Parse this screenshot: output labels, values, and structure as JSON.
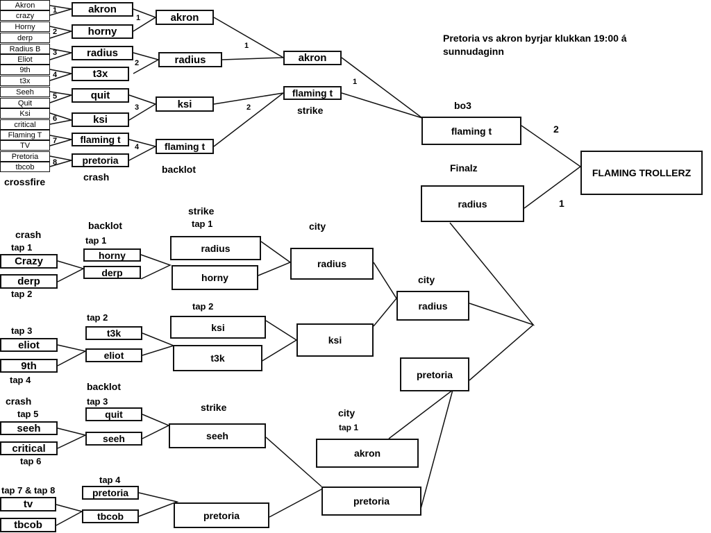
{
  "announcement": "Pretoria vs akron byrjar klukkan 19:00 á sunnudaginn",
  "seeds": [
    "Akron",
    "crazy",
    "Horny",
    "derp",
    "Radius B",
    "Eliot",
    "9th",
    "t3x",
    "Seeh",
    "Quit",
    "Ksi",
    "critical",
    "Flaming T",
    "TV",
    "Pretoria",
    "tbcob"
  ],
  "seed_pair_numbers": [
    "1",
    "2",
    "3",
    "4",
    "5",
    "6",
    "7",
    "8"
  ],
  "upper": {
    "round1": [
      "akron",
      "horny",
      "radius",
      "t3x",
      "quit",
      "ksi",
      "flaming t",
      "pretoria"
    ],
    "round1_match_numbers": [
      "1",
      "2",
      "3",
      "4"
    ],
    "round2": [
      "akron",
      "radius",
      "ksi",
      "flaming t"
    ],
    "round2_match_numbers": [
      "1",
      "2"
    ],
    "round3": [
      "akron",
      "flaming t"
    ],
    "round3_match_number": "1",
    "final_upper": "flaming t",
    "map_labels": [
      "crossfire",
      "crash",
      "backlot",
      "strike"
    ]
  },
  "grand_final": {
    "bo3_label": "bo3",
    "finalz_label": "Finalz",
    "upper": "flaming t",
    "lower": "radius",
    "score_upper": "2",
    "score_lower": "1",
    "winner": "FLAMING TROLLERZ"
  },
  "lower": {
    "labels": {
      "crash1": "crash",
      "tap1a": "tap 1",
      "tap2a": "tap 2",
      "tap3a": "tap 3",
      "tap4a": "tap 4",
      "crash2": "crash",
      "tap5": "tap 5",
      "tap6": "tap 6",
      "tap78": "tap 7 & tap 8",
      "backlot1": "backlot",
      "tap1b": "tap 1",
      "tap2b": "tap 2",
      "backlot2": "backlot",
      "tap3b": "tap 3",
      "tap4b": "tap 4",
      "strike1": "strike",
      "tap1c": "tap 1",
      "tap2c": "tap 2",
      "strike2": "strike",
      "city1": "city",
      "city2": "city",
      "city3": "city",
      "tap1d": "tap 1"
    },
    "col1": [
      "Crazy",
      "derp",
      "eliot",
      "9th",
      "seeh",
      "critical",
      "tv",
      "tbcob"
    ],
    "col2": [
      "horny",
      "derp",
      "t3k",
      "eliot",
      "quit",
      "seeh",
      "pretoria",
      "tbcob"
    ],
    "col3": [
      "radius",
      "horny",
      "ksi",
      "t3k",
      "seeh",
      "pretoria"
    ],
    "col4": [
      "radius",
      "ksi",
      "akron",
      "pretoria"
    ],
    "col5": [
      "radius",
      "pretoria"
    ]
  }
}
